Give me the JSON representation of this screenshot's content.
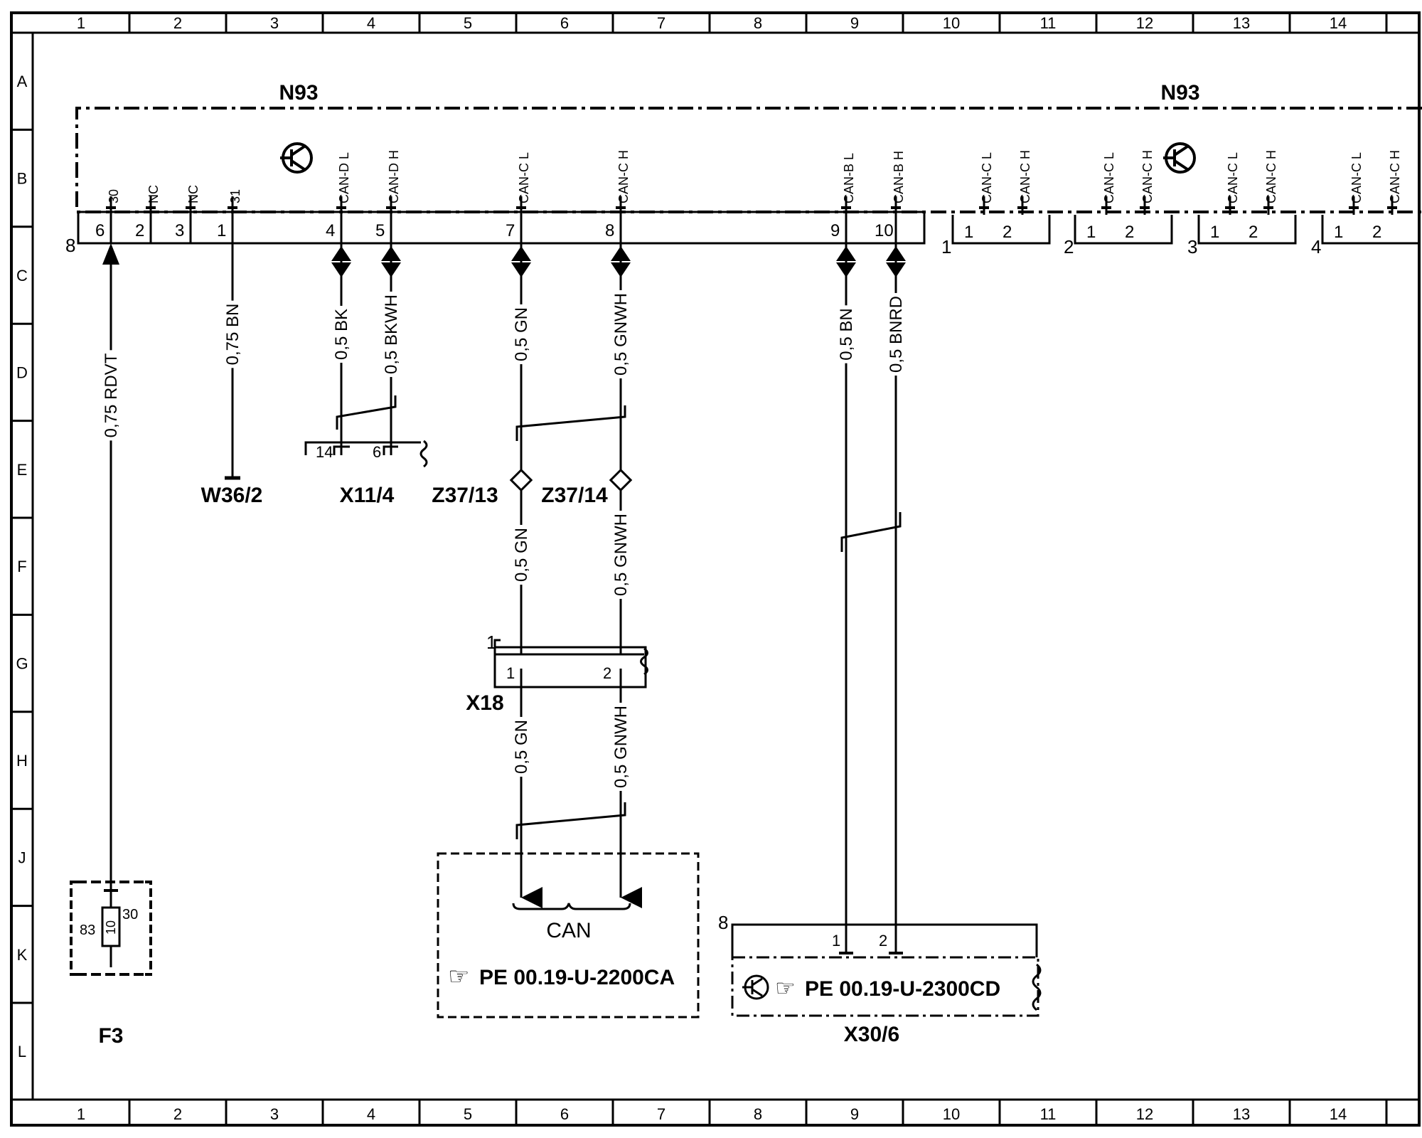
{
  "frame": {
    "columns": [
      "1",
      "2",
      "3",
      "4",
      "5",
      "6",
      "7",
      "8",
      "9",
      "10",
      "11",
      "12",
      "13",
      "14"
    ],
    "rows": [
      "A",
      "B",
      "C",
      "D",
      "E",
      "F",
      "G",
      "H",
      "J",
      "K",
      "L"
    ]
  },
  "module": {
    "left_title": "N93",
    "right_title": "N93",
    "connector_num": "8",
    "pins": [
      {
        "num": "6",
        "signal": "30"
      },
      {
        "num": "2",
        "signal": "NC"
      },
      {
        "num": "3",
        "signal": "NC"
      },
      {
        "num": "1",
        "signal": "31"
      },
      {
        "num": "4",
        "signal": "CAN-D L"
      },
      {
        "num": "5",
        "signal": "CAN-D H"
      },
      {
        "num": "7",
        "signal": "CAN-C L"
      },
      {
        "num": "8",
        "signal": "CAN-C H"
      },
      {
        "num": "9",
        "signal": "CAN-B L"
      },
      {
        "num": "10",
        "signal": "CAN-B H"
      }
    ],
    "sub_connectors": [
      {
        "num": "1",
        "pins": [
          "1",
          "2"
        ],
        "signals": [
          "CAN-C L",
          "CAN-C H"
        ]
      },
      {
        "num": "2",
        "pins": [
          "1",
          "2"
        ],
        "signals": [
          "CAN-C L",
          "CAN-C H"
        ]
      },
      {
        "num": "3",
        "pins": [
          "1",
          "2"
        ],
        "signals": [
          "CAN-C L",
          "CAN-C H"
        ]
      },
      {
        "num": "4",
        "pins": [
          "1",
          "2"
        ],
        "signals": [
          "CAN-C L",
          "CAN-C H"
        ]
      }
    ]
  },
  "wires": {
    "w_rdvt": "0,75 RDVT",
    "w_bn75": "0,75 BN",
    "w_bk": "0,5 BK",
    "w_bkwh": "0,5 BKWH",
    "w_gn": "0,5 GN",
    "w_gnwh": "0,5 GNWH",
    "w_bn": "0,5 BN",
    "w_bnrd": "0,5 BNRD",
    "w_gn2": "0,5 GN",
    "w_gnwh2": "0,5 GNWH",
    "w_gn3": "0,5 GN",
    "w_gnwh3": "0,5 GNWH"
  },
  "components": {
    "w36": "W36/2",
    "x11": "X11/4",
    "x11_pin_a": "14",
    "x11_pin_b": "6",
    "z37_13": "Z37/13",
    "z37_14": "Z37/14",
    "x18": "X18",
    "x18_num": "1",
    "x18_pin1": "1",
    "x18_pin2": "2",
    "can_box_label": "CAN",
    "can_box_ref": "PE  00.19-U-2200CA",
    "x30_box_ref": "PE  00.19-U-2300CD",
    "x30": "X30/6",
    "x30_num": "8",
    "x30_pin1": "1",
    "x30_pin2": "2",
    "f3": "F3",
    "f3_left": "83",
    "f3_mid": "10",
    "f3_right": "30"
  }
}
